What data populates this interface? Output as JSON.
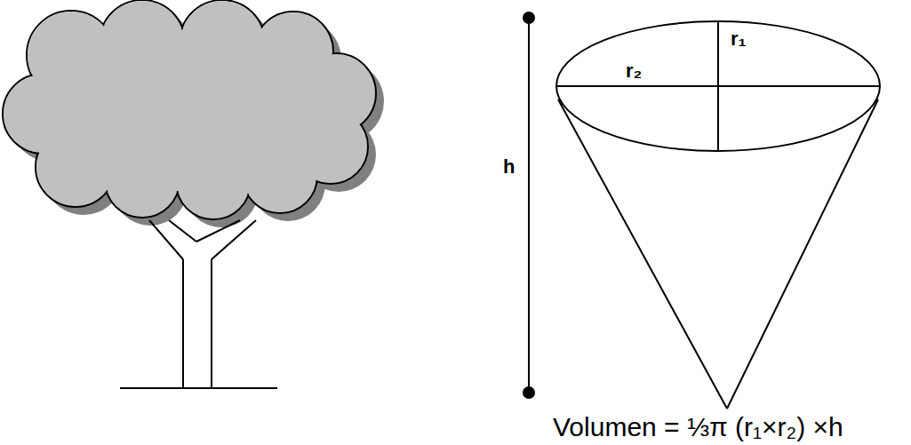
{
  "diagram": {
    "labels": [
      "h",
      "r₁",
      "r₂",
      "Volumen = ⅓π (r₁×r₂) ×h"
    ]
  }
}
